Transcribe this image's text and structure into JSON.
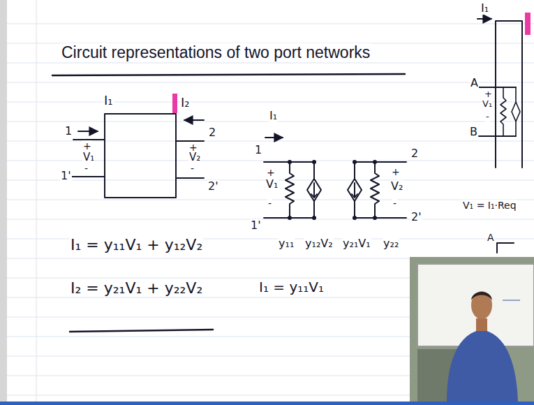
{
  "diagram": {
    "title": "Circuit representations of two port networks",
    "labels": [
      "I₁",
      "1",
      "1'",
      "+",
      "V₁",
      "-",
      "I₂",
      "2",
      "+",
      "V₂",
      "-",
      "2'",
      "I₁ = y₁₁V₁ + y₁₂V₂",
      "I₂ = y₂₁V₁ + y₂₂V₂",
      "I₁",
      "1",
      "+",
      "V₁",
      "-",
      "1'",
      "2",
      "+",
      "V₂",
      "-",
      "2'",
      "y₁₁",
      "y₁₂V₂",
      "y₂₁V₁",
      "y₂₂",
      "I₁ = y₁₁V₁",
      "I₁",
      "A",
      "+",
      "V₁",
      "-",
      "B",
      "V₁ = I₁·Req",
      "A"
    ]
  }
}
